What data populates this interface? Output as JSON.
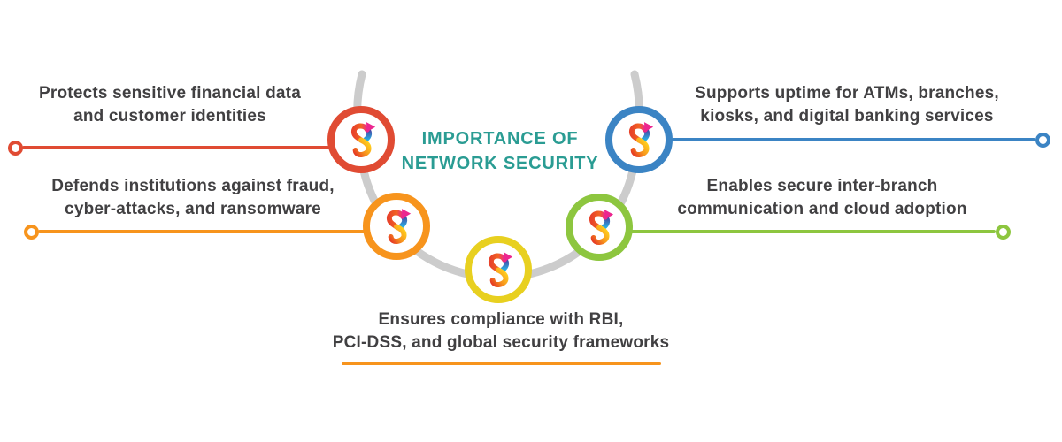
{
  "title": {
    "line1": "IMPORTANCE OF",
    "line2": "NETWORK SECURITY",
    "color": "#2a9c93"
  },
  "items": [
    {
      "id": "protect",
      "line1": "Protects sensitive financial data",
      "line2": "and customer identities",
      "color": "#e04b33",
      "position": "top-left"
    },
    {
      "id": "defend",
      "line1": "Defends institutions against fraud,",
      "line2": "cyber-attacks, and ransomware",
      "color": "#f7941d",
      "position": "middle-left"
    },
    {
      "id": "uptime",
      "line1": "Supports uptime for ATMs, branches,",
      "line2": "kiosks, and digital banking services",
      "color": "#3b84c4",
      "position": "top-right"
    },
    {
      "id": "interbranch",
      "line1": "Enables secure inter-branch",
      "line2": "communication and cloud adoption",
      "color": "#8dc63f",
      "position": "middle-right"
    },
    {
      "id": "compliance",
      "line1": "Ensures compliance with RBI,",
      "line2": "PCI-DSS, and global security frameworks",
      "color": "#f7941d",
      "position": "bottom"
    }
  ],
  "nodes": [
    {
      "id": "protect",
      "ring_color": "#e04b33",
      "icon": "brand-s-logo"
    },
    {
      "id": "defend",
      "ring_color": "#f7941d",
      "icon": "brand-s-logo"
    },
    {
      "id": "compliance",
      "ring_color": "#e8d020",
      "icon": "brand-s-logo"
    },
    {
      "id": "interbranch",
      "ring_color": "#8dc63f",
      "icon": "brand-s-logo"
    },
    {
      "id": "uptime",
      "ring_color": "#3b84c4",
      "icon": "brand-s-logo"
    }
  ],
  "logo_colors": {
    "pink": "#ec268f",
    "orange": "#f7941d",
    "yellow": "#ffd21f",
    "red": "#e63b24",
    "blue": "#29abe2",
    "navy": "#4b3f9e"
  },
  "arc_color": "#cccccc",
  "text_color": "#414042",
  "background": "#ffffff"
}
